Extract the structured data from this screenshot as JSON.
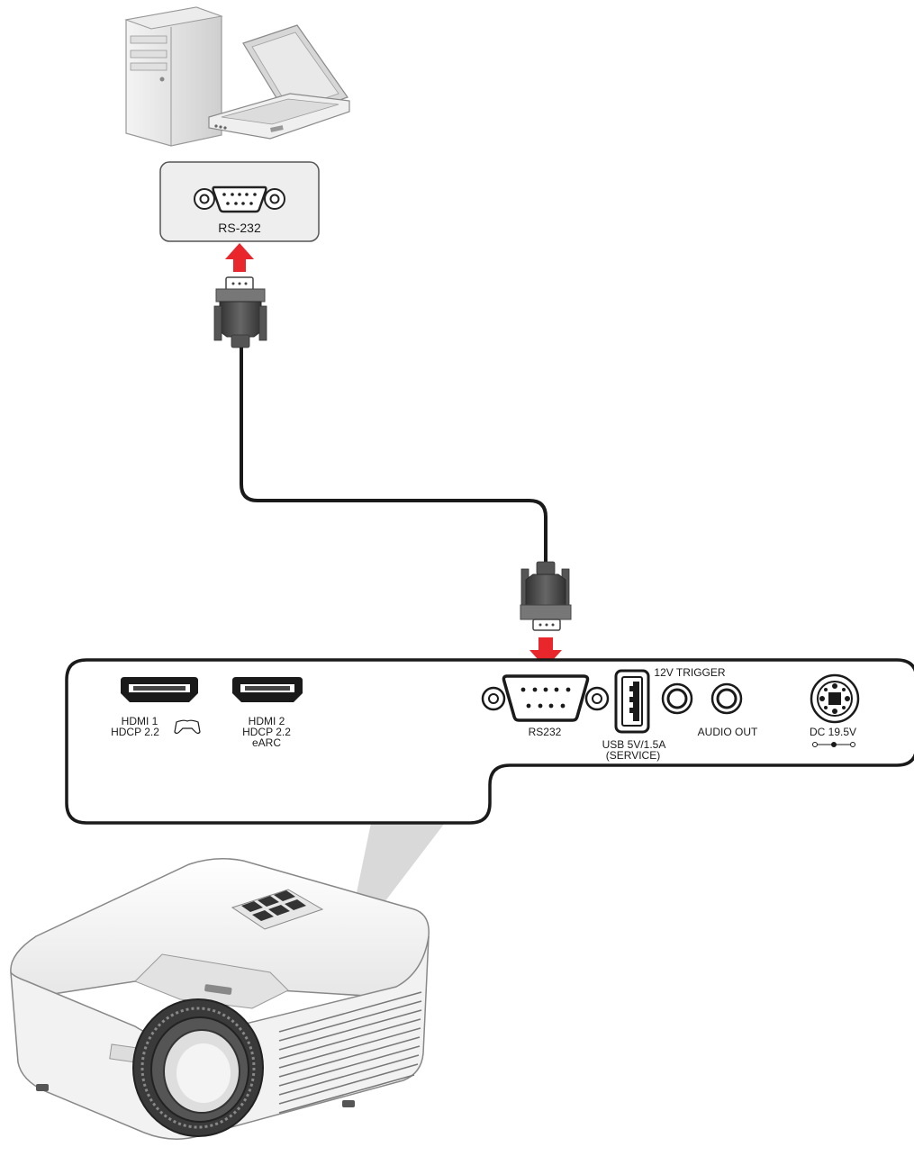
{
  "computer": {
    "port_label": "RS-232"
  },
  "panel": {
    "hdmi1": {
      "line1": "HDMI 1",
      "line2": "HDCP 2.2"
    },
    "hdmi2": {
      "line1": "HDMI 2",
      "line2": "HDCP 2.2",
      "line3": "eARC"
    },
    "rs232": "RS232",
    "usb": {
      "line1": "USB 5V/1.5A",
      "line2": "(SERVICE)"
    },
    "trigger": "12V TRIGGER",
    "audio_out": "AUDIO OUT",
    "dc": "DC 19.5V"
  },
  "icons": [
    "desktop-tower-icon",
    "laptop-icon",
    "gamepad-icon",
    "hdmi-port-icon",
    "db9-port-icon",
    "usb-port-icon",
    "audio-jack-icon",
    "dc-power-icon",
    "arrow-up-icon",
    "arrow-down-icon",
    "db9-connector-icon"
  ],
  "colors": {
    "arrow": "#e8262c",
    "cable": "#1a1a1a",
    "panel_bg": "#ffffff",
    "port_box_bg": "#eeeeee",
    "beam": "#d9d9d9"
  }
}
